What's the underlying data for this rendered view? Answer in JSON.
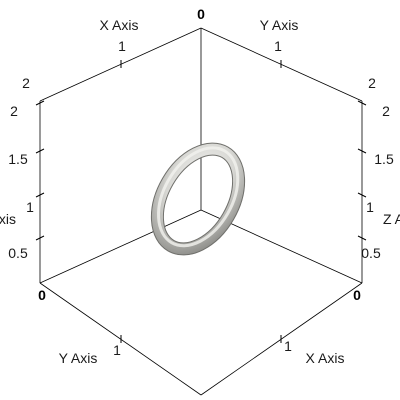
{
  "view": {
    "axes": {
      "x_title": "X Axis",
      "y_title": "Y Axis",
      "z_title": "Z Axis"
    },
    "ticks": {
      "origin": "0",
      "one": "1",
      "two": "2",
      "z_half": "0.5",
      "z_one": "1",
      "z_one_half": "1.5",
      "z_two": "2"
    },
    "colors": {
      "background": "#ffffff",
      "axis_lines": "#000000",
      "ring": "#e6e6e2"
    },
    "object": {
      "shape": "torus",
      "icon": "torus-ring-icon"
    }
  }
}
